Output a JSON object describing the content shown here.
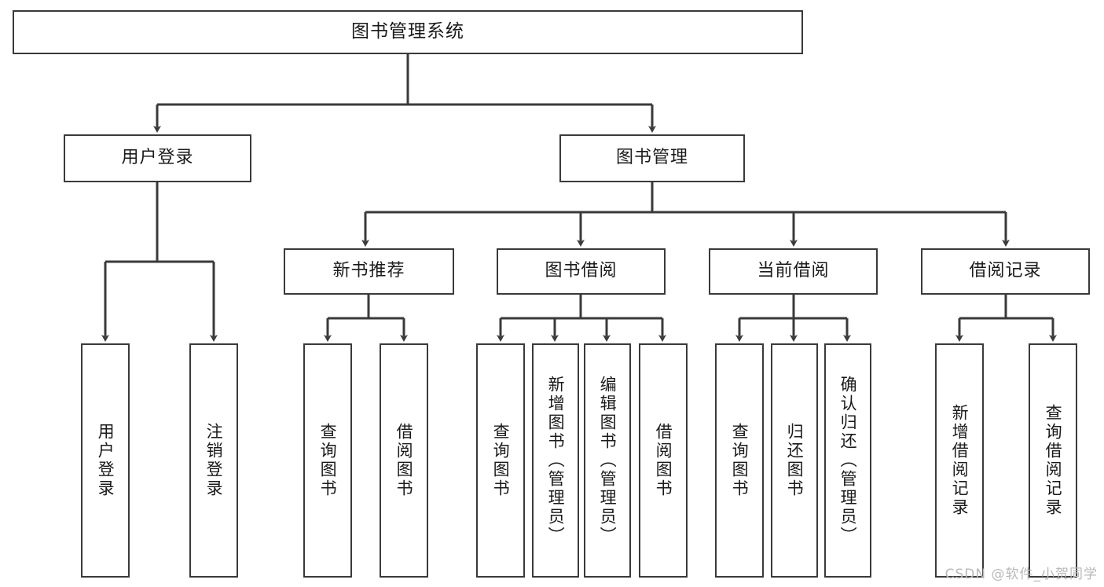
{
  "diagram": {
    "title": "图书管理系统",
    "type": "tree-hierarchy-diagram",
    "watermark": "CSDN @软件_小贺同学",
    "colors": {
      "box_border": "#3a3a3a",
      "connector": "#3a3a3a",
      "background": "#ffffff",
      "text": "#1a1a1a",
      "watermark": "#b9b9b9"
    },
    "root": {
      "label": "图书管理系统"
    },
    "level2": [
      {
        "label": "用户登录"
      },
      {
        "label": "图书管理"
      }
    ],
    "level3": [
      {
        "label": "新书推荐"
      },
      {
        "label": "图书借阅"
      },
      {
        "label": "当前借阅"
      },
      {
        "label": "借阅记录"
      }
    ],
    "leaves": {
      "user_login": [
        {
          "label": "用户登录"
        },
        {
          "label": "注销登录"
        }
      ],
      "new_book": [
        {
          "label": "查询图书"
        },
        {
          "label": "借阅图书"
        }
      ],
      "book_borrow": [
        {
          "label": "查询图书"
        },
        {
          "label": "新增图书（管理员）"
        },
        {
          "label": "编辑图书（管理员）"
        },
        {
          "label": "借阅图书"
        }
      ],
      "current_borrow": [
        {
          "label": "查询图书"
        },
        {
          "label": "归还图书"
        },
        {
          "label": "确认归还（管理员）"
        }
      ],
      "borrow_record": [
        {
          "label": "新增借阅记录"
        },
        {
          "label": "查询借阅记录"
        }
      ]
    }
  }
}
